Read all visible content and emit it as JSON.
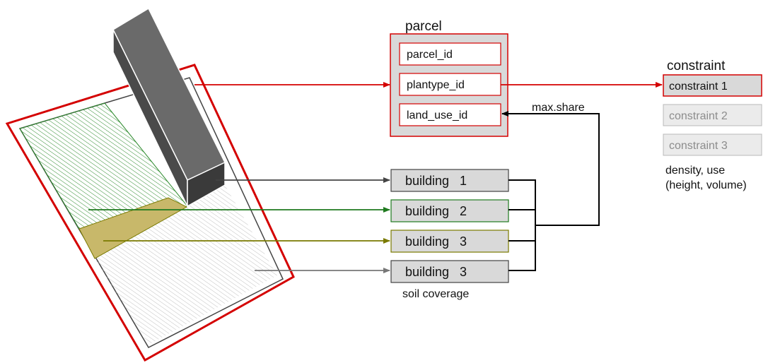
{
  "parcel": {
    "title": "parcel",
    "fields": [
      "parcel_id",
      "plantype_id",
      "land_use_id"
    ]
  },
  "constraint": {
    "title": "constraint",
    "items": [
      "constraint 1",
      "constraint 2",
      "constraint 3"
    ],
    "note_line1": "density, use",
    "note_line2": "(height, volume)"
  },
  "buildings": {
    "items": [
      "building   1",
      "building   2",
      "building   3",
      "building   3"
    ],
    "note": "soil coverage"
  },
  "edges": {
    "max_share_label": "max.share"
  },
  "colors": {
    "red": "#d40000",
    "green": "#1f7a1f",
    "olive": "#7a7a00",
    "gray_arrow": "#777777",
    "box_fill": "#d9d9d9",
    "dark_building": "#5a5a5a",
    "footprint_fill": "#c8b86a"
  }
}
